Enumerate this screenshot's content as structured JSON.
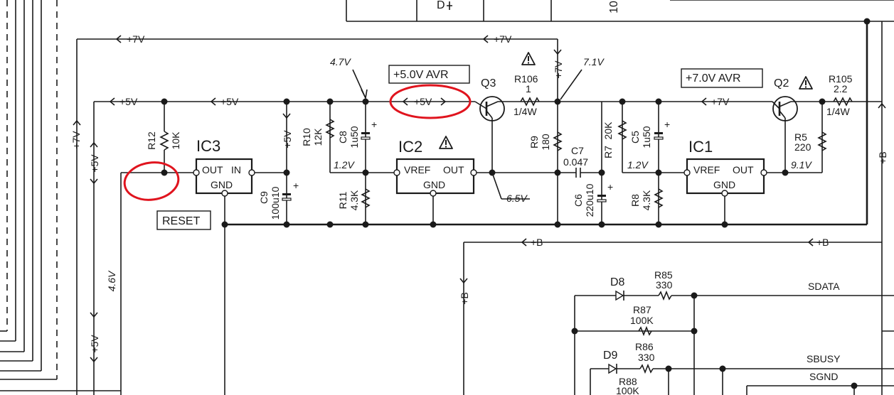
{
  "rails": {
    "p7v": "+7V",
    "p5v": "+5V",
    "pb": "+B"
  },
  "boxes": {
    "avr5": "+5.0V AVR",
    "avr7": "+7.0V AVR",
    "reset": "RESET"
  },
  "ics": {
    "ic1": {
      "name": "IC1",
      "pin_left": "VREF",
      "pin_right": "OUT",
      "pin_bottom": "GND"
    },
    "ic2": {
      "name": "IC2",
      "pin_left": "VREF",
      "pin_right": "OUT",
      "pin_bottom": "GND"
    },
    "ic3": {
      "name": "IC3",
      "pin_left": "OUT",
      "pin_right": "IN",
      "pin_bottom": "GND"
    }
  },
  "transistors": {
    "q2": "Q2",
    "q3": "Q3"
  },
  "components": {
    "r12": {
      "ref": "R12",
      "value": "10K"
    },
    "r10": {
      "ref": "R10",
      "value": "12K"
    },
    "c8": {
      "ref": "C8",
      "value": "1u50"
    },
    "r11": {
      "ref": "R11",
      "value": "4.3K"
    },
    "c9": {
      "ref": "C9",
      "value": "100u10"
    },
    "r106": {
      "ref": "R106",
      "value": "1",
      "power": "1/4W"
    },
    "r9": {
      "ref": "R9",
      "value": "180"
    },
    "c7": {
      "ref": "C7",
      "value": "0.047"
    },
    "c6": {
      "ref": "C6",
      "value": "220u10"
    },
    "r7": {
      "ref": "R7",
      "value": "20K"
    },
    "c5": {
      "ref": "C5",
      "value": "1u50"
    },
    "r8": {
      "ref": "R8",
      "value": "4.3K"
    },
    "r5": {
      "ref": "R5",
      "value": "220"
    },
    "r105": {
      "ref": "R105",
      "value": "2.2",
      "power": "1/4W"
    },
    "d8": {
      "ref": "D8"
    },
    "d9": {
      "ref": "D9"
    },
    "r85": {
      "ref": "R85",
      "value": "330"
    },
    "r86": {
      "ref": "R86",
      "value": "330"
    },
    "r87": {
      "ref": "R87",
      "value": "100K"
    },
    "r88": {
      "ref": "R88",
      "value": "100K"
    }
  },
  "voltages": {
    "v47": "4.7V",
    "v71": "7.1V",
    "v12a": "1.2V",
    "v12b": "1.2V",
    "v65": "6.5V",
    "v91": "9.1V",
    "v46": "4.6V"
  },
  "signals": {
    "sdata": "SDATA",
    "sbusy": "SBUSY",
    "sgnd": "SGND"
  },
  "partial": {
    "d_top": "D",
    "ten_top": "10"
  },
  "colors": {
    "ink": "#1a1a1a",
    "highlight": "#e0141e"
  },
  "icons": {
    "warning": "warning-triangle-icon"
  }
}
